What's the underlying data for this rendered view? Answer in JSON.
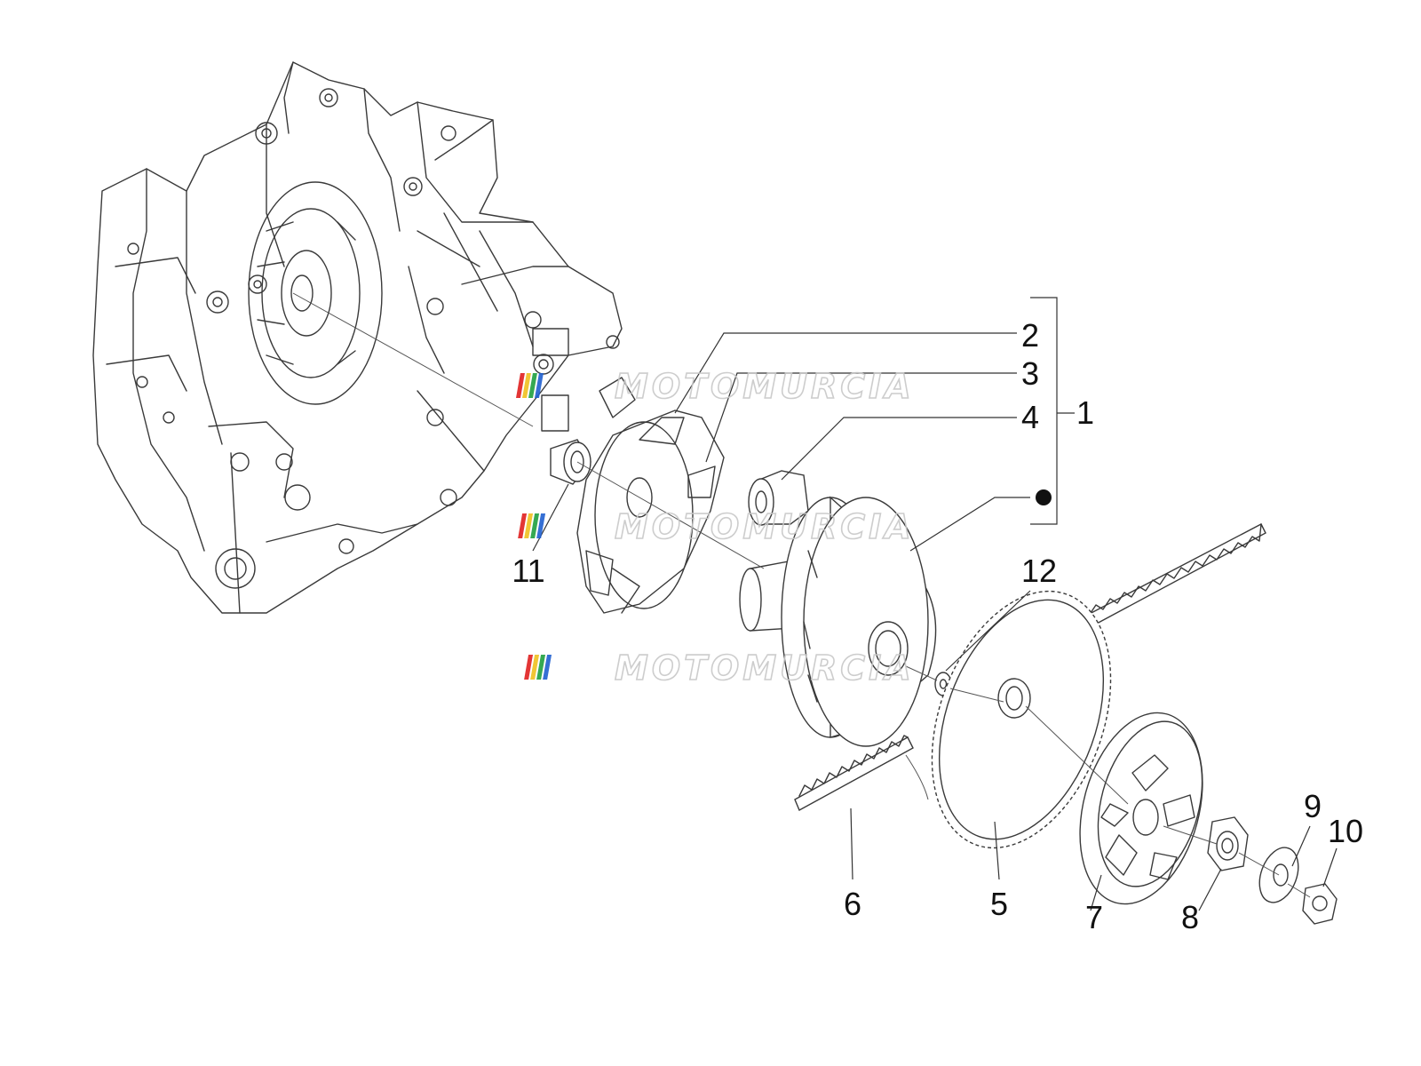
{
  "callouts": {
    "c1": "1",
    "c2": "2",
    "c3": "3",
    "c4": "4",
    "c5": "5",
    "c6": "6",
    "c7": "7",
    "c8": "8",
    "c9": "9",
    "c10": "10",
    "c11": "11",
    "c12": "12"
  },
  "watermark": {
    "text": "MOTOMURCIA",
    "colors": [
      "#e02020",
      "#f0c020",
      "#20a040",
      "#2060d0"
    ]
  }
}
